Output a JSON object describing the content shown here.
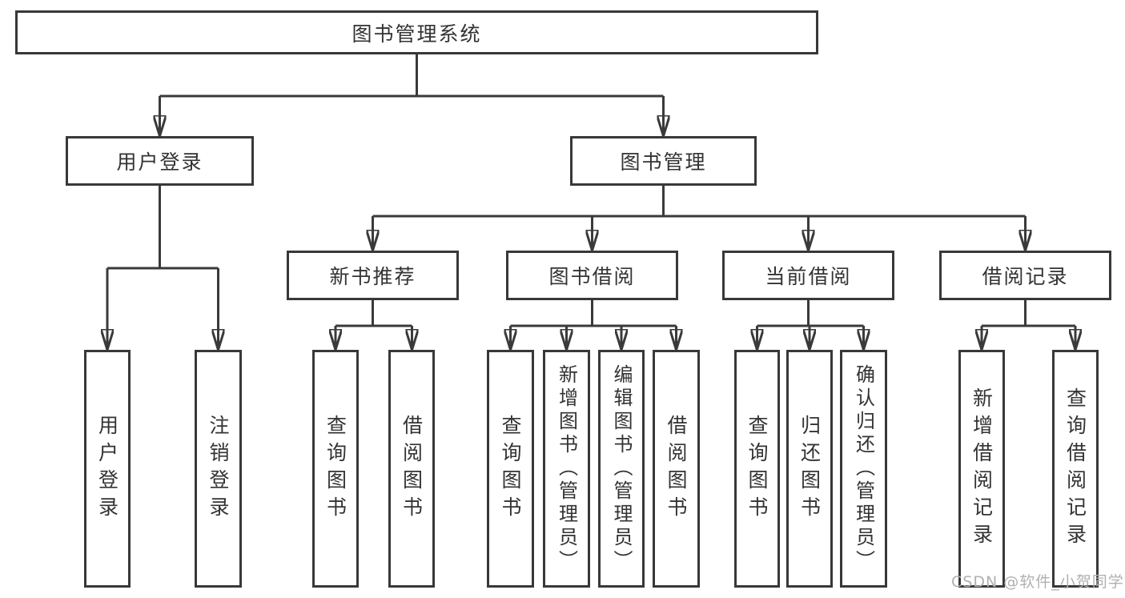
{
  "diagram": {
    "root": {
      "label": "图书管理系统"
    },
    "level2": [
      {
        "label": "用户登录"
      },
      {
        "label": "图书管理"
      }
    ],
    "level3": [
      {
        "label": "新书推荐",
        "parent": "图书管理"
      },
      {
        "label": "图书借阅",
        "parent": "图书管理"
      },
      {
        "label": "当前借阅",
        "parent": "图书管理"
      },
      {
        "label": "借阅记录",
        "parent": "图书管理"
      }
    ],
    "leaves": [
      {
        "label": "用户登录",
        "parent": "用户登录"
      },
      {
        "label": "注销登录",
        "parent": "用户登录"
      },
      {
        "label": "查询图书",
        "parent": "新书推荐"
      },
      {
        "label": "借阅图书",
        "parent": "新书推荐"
      },
      {
        "label": "查询图书",
        "parent": "图书借阅"
      },
      {
        "label": "新增图书（管理员）",
        "parent": "图书借阅"
      },
      {
        "label": "编辑图书（管理员）",
        "parent": "图书借阅"
      },
      {
        "label": "借阅图书",
        "parent": "图书借阅"
      },
      {
        "label": "查询图书",
        "parent": "当前借阅"
      },
      {
        "label": "归还图书",
        "parent": "当前借阅"
      },
      {
        "label": "确认归还（管理员）",
        "parent": "当前借阅"
      },
      {
        "label": "新增借阅记录",
        "parent": "借阅记录"
      },
      {
        "label": "查询借阅记录",
        "parent": "借阅记录"
      }
    ]
  },
  "watermark": {
    "text": "CSDN @软件_小贺同学"
  },
  "colors": {
    "line": "#3a3a3a",
    "border": "#383838",
    "text": "#333333",
    "background": "#ffffff",
    "watermark": "#b0b0b0"
  }
}
